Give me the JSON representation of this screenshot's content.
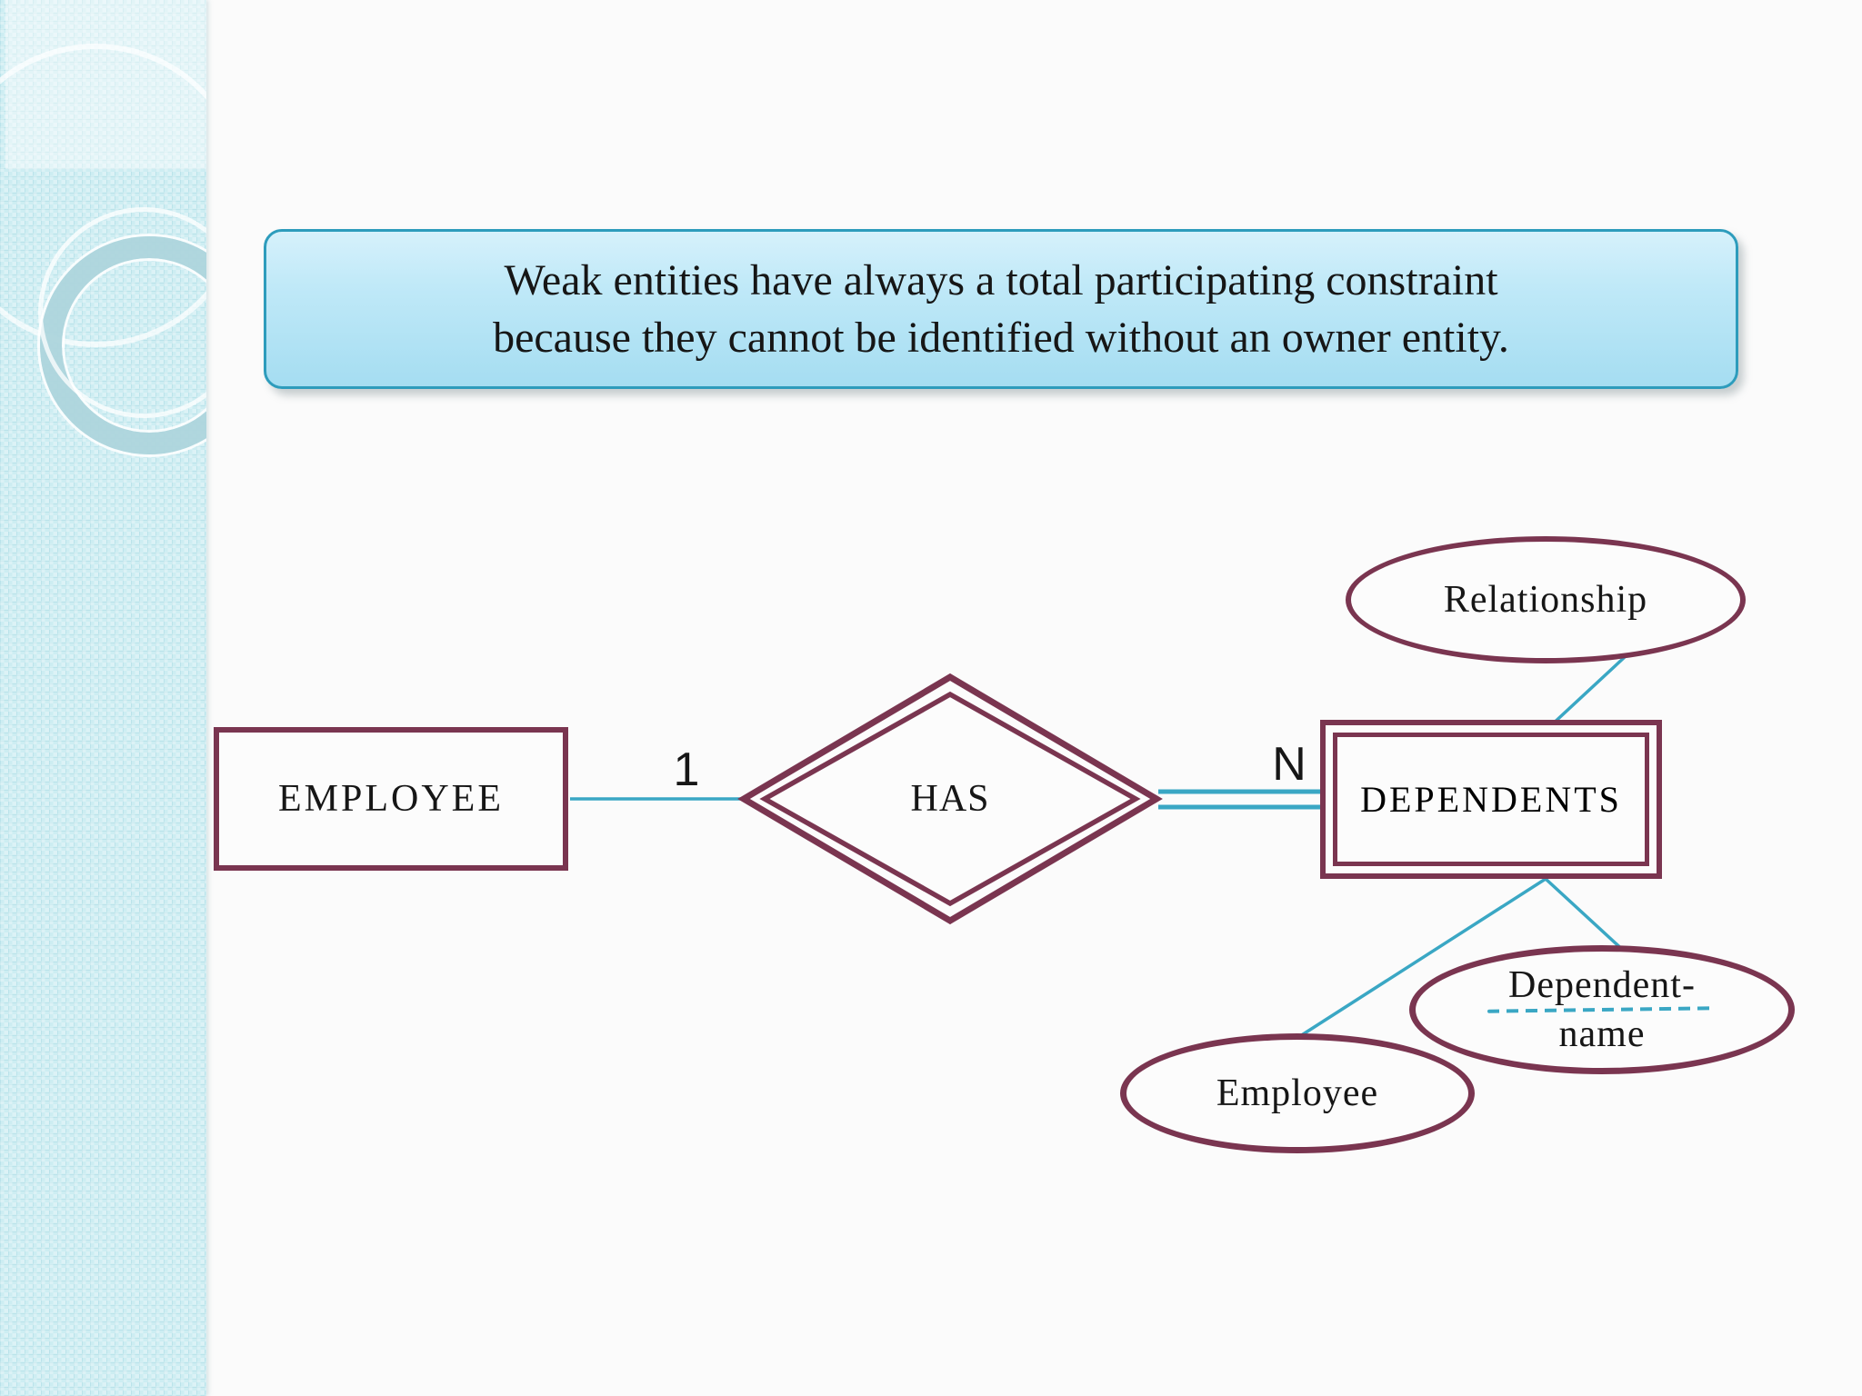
{
  "callout": {
    "line1": "Weak entities have always a total participating constraint",
    "line2": "because they cannot be identified without an owner entity."
  },
  "diagram": {
    "nodes": {
      "employee_entity": {
        "label": "EMPLOYEE",
        "type": "entity"
      },
      "has_relationship": {
        "label": "HAS",
        "type": "identifying-relationship"
      },
      "dependents_entity": {
        "label": "DEPENDENTS",
        "type": "weak-entity"
      },
      "relationship_attr": {
        "label": "Relationship",
        "type": "attribute"
      },
      "employee_attr": {
        "label": "Employee",
        "type": "attribute"
      },
      "dependent_name_attr": {
        "line1": "Dependent-",
        "line2": "name",
        "type": "partial-key-attribute"
      }
    },
    "cardinality": {
      "employee_side": "1",
      "dependents_side": "N"
    },
    "edges": [
      "EMPLOYEE - HAS (single line, cardinality 1)",
      "HAS = DEPENDENTS (double line, total participation, cardinality N)",
      "DEPENDENTS - Relationship",
      "DEPENDENTS - Employee",
      "DEPENDENTS - Dependent-name"
    ]
  },
  "colors": {
    "shape_border": "#7a3550",
    "connector": "#3aa7c4",
    "callout_border": "#2d9cbc",
    "callout_fill_top": "#d6f1fb",
    "callout_fill_bottom": "#a5ddf1",
    "sidebar_base": "#cdedf2",
    "page_background": "#fbfbfb",
    "text_dark": "#161616"
  }
}
